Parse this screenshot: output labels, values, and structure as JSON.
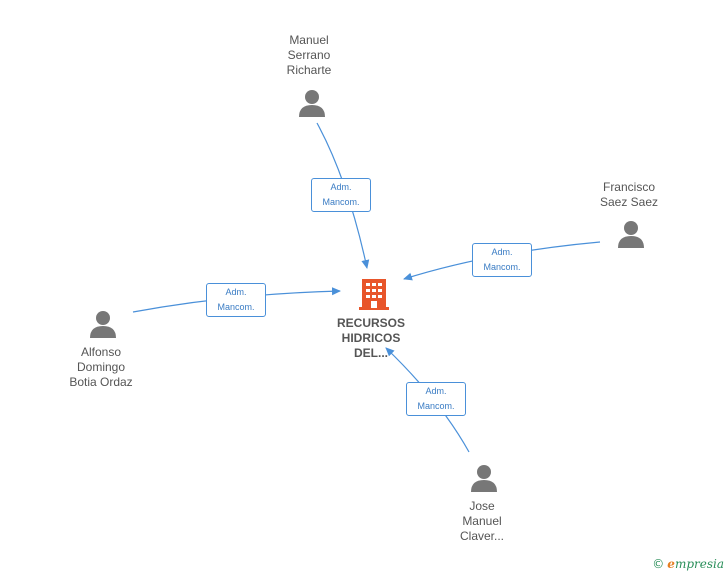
{
  "company": {
    "name_lines": [
      "RECURSOS",
      "HIDRICOS",
      "DEL..."
    ],
    "icon": "building-icon",
    "color": "#e8552a"
  },
  "people": [
    {
      "id": "manuel",
      "name_lines": [
        "Manuel",
        "Serrano",
        "Richarte"
      ],
      "icon": "person-icon",
      "role_lines": [
        "Adm.",
        "Mancom."
      ]
    },
    {
      "id": "francisco",
      "name_lines": [
        "Francisco",
        "Saez Saez"
      ],
      "icon": "person-icon",
      "role_lines": [
        "Adm.",
        "Mancom."
      ]
    },
    {
      "id": "alfonso",
      "name_lines": [
        "Alfonso",
        "Domingo",
        "Botia Ordaz"
      ],
      "icon": "person-icon",
      "role_lines": [
        "Adm.",
        "Mancom."
      ]
    },
    {
      "id": "jose",
      "name_lines": [
        "Jose",
        "Manuel",
        "Claver..."
      ],
      "icon": "person-icon",
      "role_lines": [
        "Adm.",
        "Mancom."
      ]
    }
  ],
  "colors": {
    "edge": "#4a90d9",
    "person": "#777777",
    "text": "#555555"
  },
  "footer": {
    "copyright_symbol": "©",
    "brand_initial": "e",
    "brand_rest": "mpresia"
  }
}
